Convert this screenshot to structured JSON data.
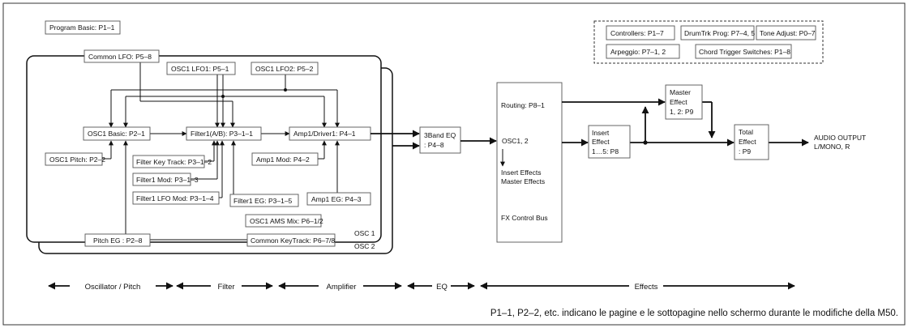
{
  "program_basic": "Program Basic: P1–1",
  "legend": {
    "controllers": "Controllers: P1–7",
    "drumtrk_prog": "DrumTrk Prog: P7–4, 5",
    "tone_adjust": "Tone Adjust: P0–7",
    "arpeggio": "Arpeggio: P7–1, 2",
    "chord_trigger": "Chord Trigger Switches: P1–8"
  },
  "osc": {
    "common_lfo": "Common LFO: P5–8",
    "osc1_lfo1": "OSC1 LFO1: P5–1",
    "osc1_lfo2": "OSC1 LFO2: P5–2",
    "osc1_basic": "OSC1 Basic: P2–1",
    "filter1": "Filter1(A/B): P3–1–1",
    "amp1_driver1": "Amp1/Driver1: P4–1",
    "osc1_pitch": "OSC1 Pitch: P2–2",
    "filter_keytrack": "Filter Key Track: P3–1–2",
    "filter1_mod": "Filter1 Mod: P3–1–3",
    "filter1_lfo_mod": "Filter1 LFO Mod: P3–1–4",
    "filter1_eg": "Filter1 EG: P3–1–5",
    "amp1_mod": "Amp1 Mod: P4–2",
    "amp1_eg": "Amp1 EG: P4–3",
    "osc1_ams_mix": "OSC1 AMS Mix: P6–1/2",
    "pitch_eg": "Pitch EG : P2–8",
    "common_keytrack": "Common KeyTrack: P6–7/8",
    "osc1_label": "OSC 1",
    "osc2_label": "OSC 2"
  },
  "eq": {
    "line1": "3Band EQ",
    "line2": ": P4–8"
  },
  "fx": {
    "routing": "Routing: P8–1",
    "osc12": "OSC1, 2",
    "insert_effects": "Insert Effects",
    "master_effects": "Master Effects",
    "fx_control_bus": "FX Control Bus"
  },
  "insert_effect": {
    "l1": "Insert",
    "l2": "Effect",
    "l3": "1…5: P8"
  },
  "master_effect": {
    "l1": "Master",
    "l2": "Effect",
    "l3": "1, 2: P9"
  },
  "total_effect": {
    "l1": "Total",
    "l2": "Effect",
    "l3": ": P9"
  },
  "audio_output": {
    "l1": "AUDIO OUTPUT",
    "l2": "L/MONO, R"
  },
  "sections": {
    "osc_pitch": "Oscillator / Pitch",
    "filter": "Filter",
    "amplifier": "Amplifier",
    "eq": "EQ",
    "effects": "Effects"
  },
  "caption": "P1–1, P2–2, etc. indicano le pagine e le sottopagine nello schermo durante le modifiche della M50."
}
